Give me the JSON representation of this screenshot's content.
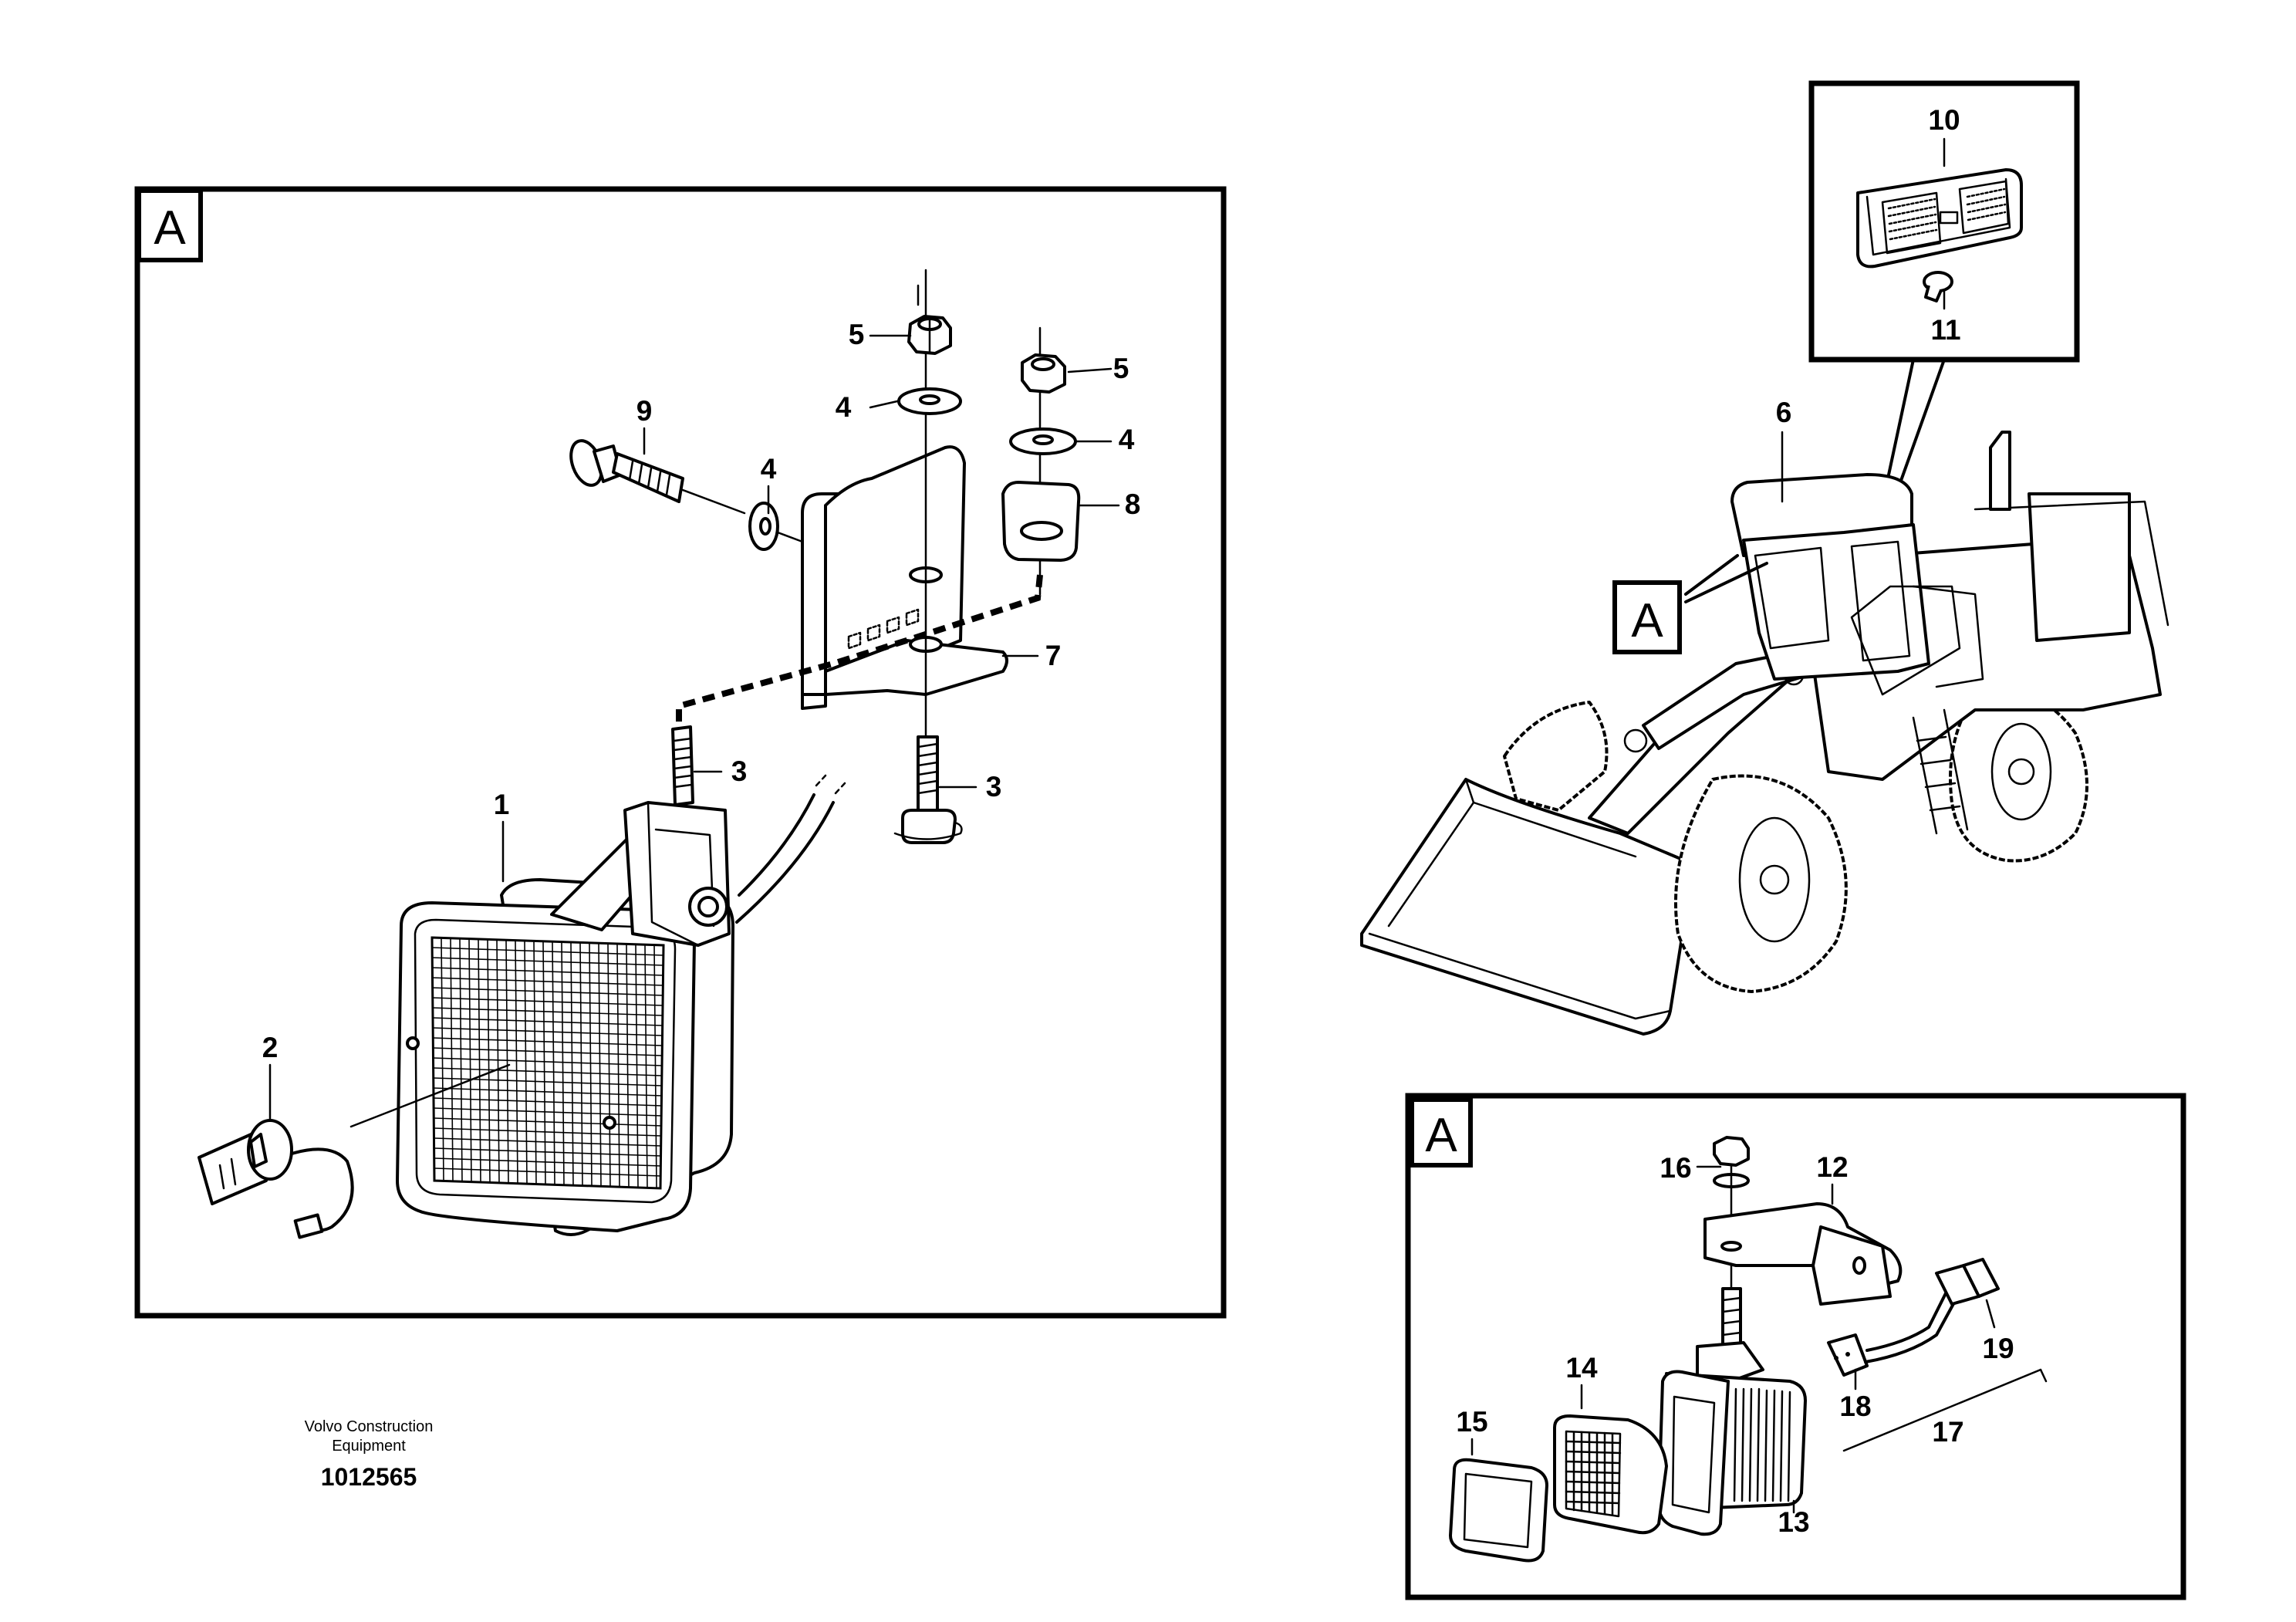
{
  "panels": {
    "main_detail": {
      "letter": "A"
    },
    "machine_detail": {
      "letter": "A"
    },
    "alt_detail": {
      "letter": "A"
    }
  },
  "callouts": {
    "p1": "1",
    "p2": "2",
    "p3a": "3",
    "p3b": "3",
    "p4a": "4",
    "p4b": "4",
    "p4c": "4",
    "p5a": "5",
    "p5b": "5",
    "p6": "6",
    "p7": "7",
    "p8": "8",
    "p9": "9",
    "p10": "10",
    "p11": "11",
    "p12": "12",
    "p13": "13",
    "p14": "14",
    "p15": "15",
    "p16": "16",
    "p17": "17",
    "p18": "18",
    "p19": "19"
  },
  "caption": {
    "line1": "Volvo Construction",
    "line2": "Equipment",
    "code": "1012565"
  }
}
